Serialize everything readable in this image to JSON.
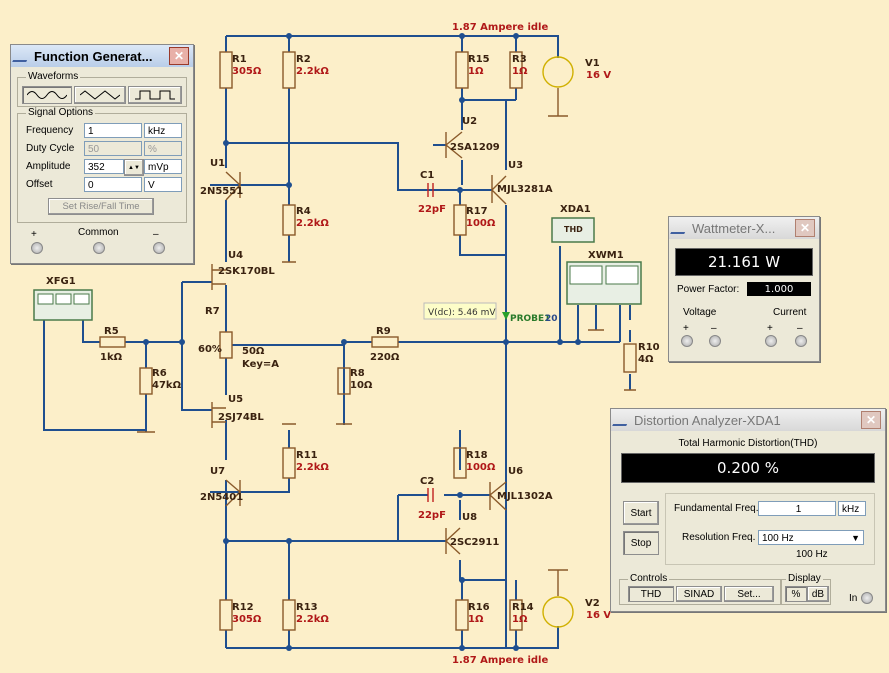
{
  "schematic": {
    "top_note": "1.87 Ampere idle",
    "bottom_note": "1.87 Ampere idle",
    "probe_reading": "V(dc): 5.46 mV",
    "probe_label": "PROBE1",
    "probe_num": "20",
    "parts": {
      "R1": {
        "name": "R1",
        "value": "305Ω"
      },
      "R2": {
        "name": "R2",
        "value": "2.2kΩ"
      },
      "R15": {
        "name": "R15",
        "value": "1Ω"
      },
      "R3": {
        "name": "R3",
        "value": "1Ω"
      },
      "V1": {
        "name": "V1",
        "value": "16 V"
      },
      "U2": {
        "name": "U2",
        "value": "2SA1209"
      },
      "U1": {
        "name": "U1",
        "value": "2N5551"
      },
      "C1": {
        "name": "C1",
        "value": "22pF"
      },
      "U3": {
        "name": "U3",
        "value": "MJL3281A"
      },
      "R4": {
        "name": "R4",
        "value": "2.2kΩ"
      },
      "R17": {
        "name": "R17",
        "value": "100Ω"
      },
      "U4": {
        "name": "U4",
        "value": "2SK170BL"
      },
      "XFG1": {
        "name": "XFG1"
      },
      "R7": {
        "name": "R7",
        "value": "50Ω",
        "key": "Key=A",
        "pct": "60%"
      },
      "R5": {
        "name": "R5",
        "value": "1kΩ"
      },
      "R9": {
        "name": "R9",
        "value": "220Ω"
      },
      "R6": {
        "name": "R6",
        "value": "47kΩ"
      },
      "R8": {
        "name": "R8",
        "value": "10Ω"
      },
      "U5": {
        "name": "U5",
        "value": "2SJ74BL"
      },
      "R10": {
        "name": "R10",
        "value": "4Ω"
      },
      "XDA1": {
        "name": "XDA1",
        "thd": "THD"
      },
      "XWM1": {
        "name": "XWM1"
      },
      "R11": {
        "name": "R11",
        "value": "2.2kΩ"
      },
      "R18": {
        "name": "R18",
        "value": "100Ω"
      },
      "U7": {
        "name": "U7",
        "value": "2N5401"
      },
      "C2": {
        "name": "C2",
        "value": "22pF"
      },
      "U6": {
        "name": "U6",
        "value": "MJL1302A"
      },
      "U8": {
        "name": "U8",
        "value": "2SC2911"
      },
      "R12": {
        "name": "R12",
        "value": "305Ω"
      },
      "R13": {
        "name": "R13",
        "value": "2.2kΩ"
      },
      "R16": {
        "name": "R16",
        "value": "1Ω"
      },
      "R14": {
        "name": "R14",
        "value": "1Ω"
      },
      "V2": {
        "name": "V2",
        "value": "16 V"
      }
    }
  },
  "function_generator": {
    "title": "Function Generat...",
    "waveforms_label": "Waveforms",
    "signal_options_label": "Signal Options",
    "rows": [
      {
        "label": "Frequency",
        "value": "1",
        "unit": "kHz",
        "disabled": false
      },
      {
        "label": "Duty Cycle",
        "value": "50",
        "unit": "%",
        "disabled": true
      },
      {
        "label": "Amplitude",
        "value": "352",
        "unit": "mVp",
        "disabled": false
      },
      {
        "label": "Offset",
        "value": "0",
        "unit": "V",
        "disabled": false
      }
    ],
    "set_rise_fall": "Set Rise/Fall Time",
    "plus": "+",
    "common": "Common",
    "minus": "–"
  },
  "wattmeter": {
    "title": "Wattmeter-X...",
    "reading": "21.161 W",
    "power_factor_label": "Power Factor:",
    "power_factor": "1.000",
    "voltage_label": "Voltage",
    "current_label": "Current"
  },
  "distortion": {
    "title": "Distortion Analyzer-XDA1",
    "thd_title": "Total Harmonic Distortion(THD)",
    "reading": "0.200 %",
    "start": "Start",
    "stop": "Stop",
    "fund_label": "Fundamental Freq.",
    "fund_value": "1",
    "fund_unit": "kHz",
    "res_label": "Resolution Freq.",
    "res_value": "100 Hz",
    "res_display": "100 Hz",
    "controls_label": "Controls",
    "thd_btn": "THD",
    "sinad_btn": "SINAD",
    "set_btn": "Set...",
    "display_label": "Display",
    "pct_btn": "%",
    "db_btn": "dB",
    "in_label": "In"
  }
}
